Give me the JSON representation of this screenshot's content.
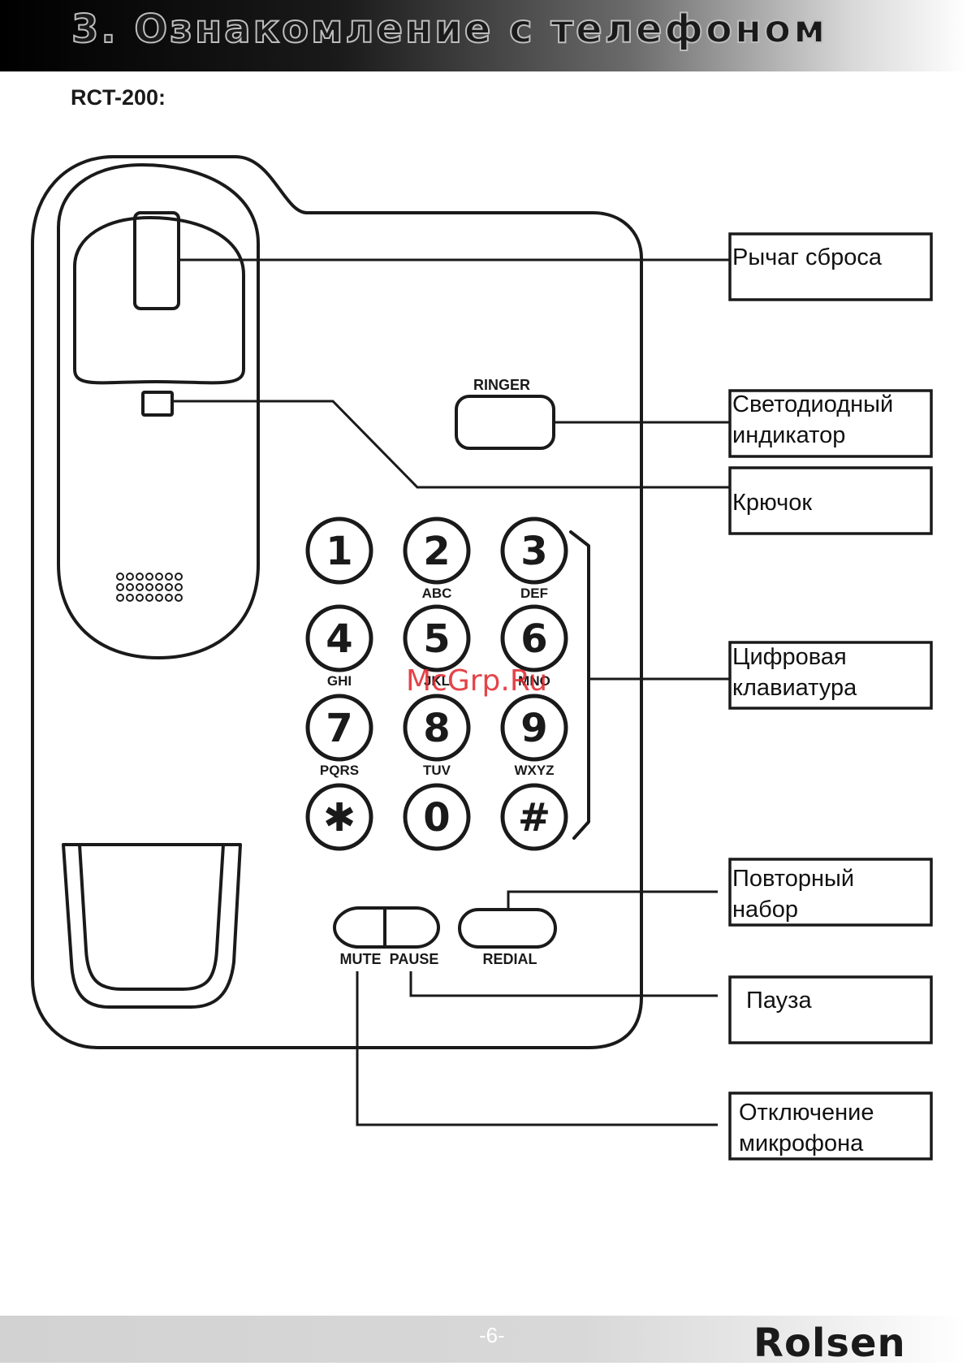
{
  "header": {
    "title": "3. Ознакомление с телефоном"
  },
  "model": "RCT-200:",
  "phone": {
    "ringer_label": "RINGER",
    "keys": [
      {
        "digit": "1",
        "letters": ""
      },
      {
        "digit": "2",
        "letters": "ABC"
      },
      {
        "digit": "3",
        "letters": "DEF"
      },
      {
        "digit": "4",
        "letters": "GHI"
      },
      {
        "digit": "5",
        "letters": "JKL"
      },
      {
        "digit": "6",
        "letters": "MNO"
      },
      {
        "digit": "7",
        "letters": "PQRS"
      },
      {
        "digit": "8",
        "letters": "TUV"
      },
      {
        "digit": "9",
        "letters": "WXYZ"
      },
      {
        "digit": "✱",
        "letters": ""
      },
      {
        "digit": "0",
        "letters": ""
      },
      {
        "digit": "#",
        "letters": ""
      }
    ],
    "mute_label": "MUTE",
    "pause_label": "PAUSE",
    "redial_label": "REDIAL"
  },
  "callouts": {
    "hook_switch": "Рычаг сброса",
    "led_line1": "Светодиодный",
    "led_line2": "индикатор",
    "hook": "Крючок",
    "keypad_line1": "Цифровая",
    "keypad_line2": "клавиатура",
    "redial_line1": "Повторный",
    "redial_line2": "набор",
    "pause": "Пауза",
    "mute_line1": "Отключение",
    "mute_line2": "микрофона"
  },
  "watermark": "McGrp.Ru",
  "footer": {
    "page": "-6-",
    "brand": "Rolsen"
  }
}
